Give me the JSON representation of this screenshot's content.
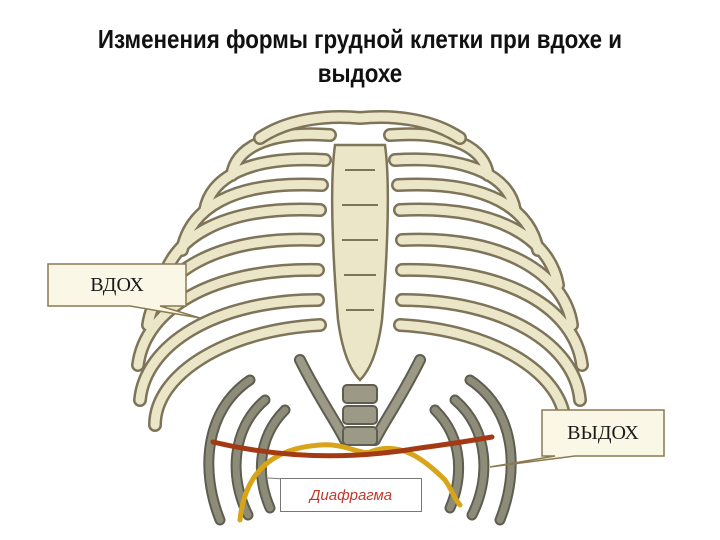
{
  "title": "Изменения формы грудной клетки при вдохе и выдохе",
  "labels": {
    "inhale": "ВДОХ",
    "exhale": "ВЫДОХ",
    "diaphragm": "Диафрагма"
  },
  "colors": {
    "bone_light": "#ece6c8",
    "bone_outline": "#7d7459",
    "bone_dark": "#8c8c78",
    "callout_fill": "#fbf7e6",
    "callout_stroke": "#8a7a52",
    "inhale_line": "#a33a14",
    "exhale_line": "#d8a419",
    "diaphragm_text": "#c0392b"
  }
}
